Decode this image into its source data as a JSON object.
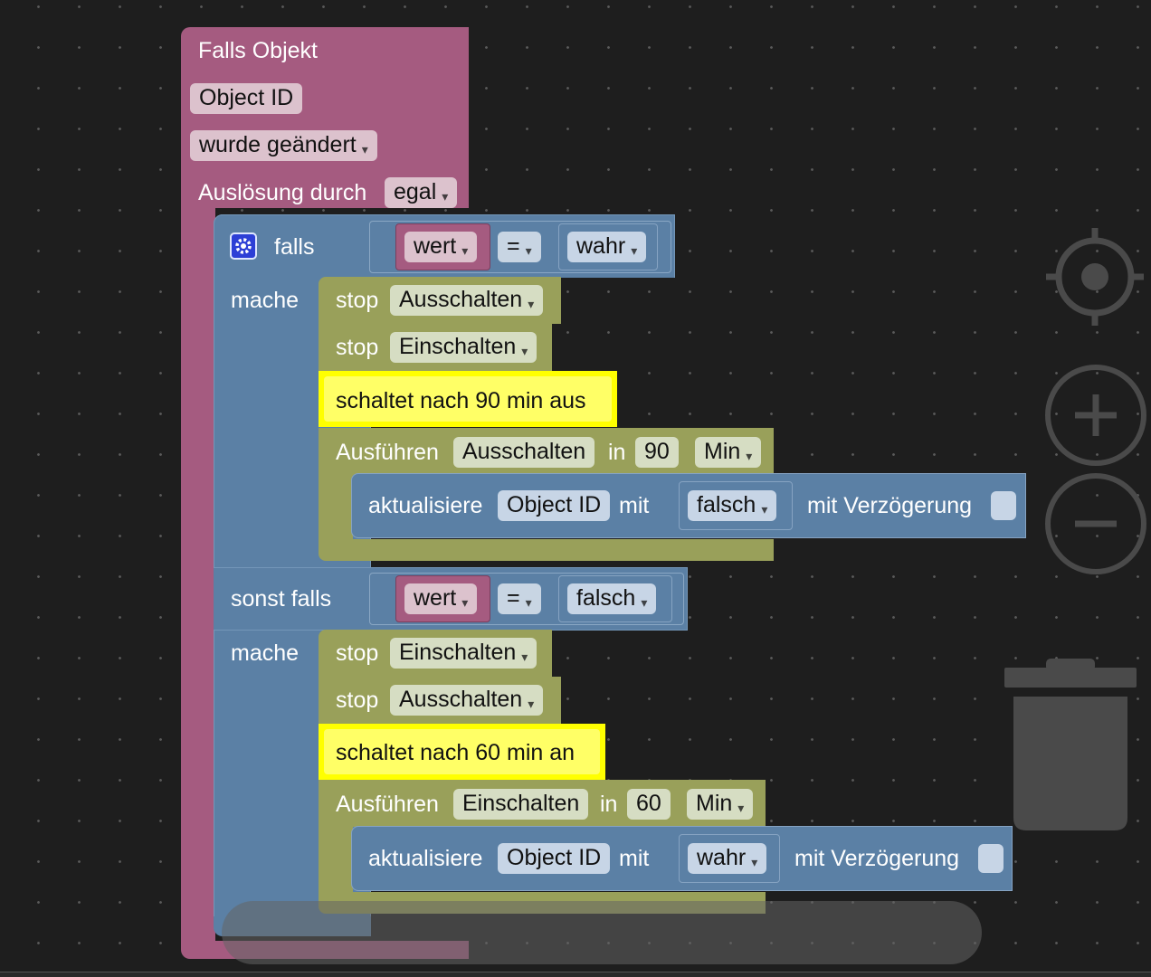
{
  "event_block": {
    "title": "Falls Objekt",
    "object_field": "Object ID",
    "trigger": "wurde geändert",
    "cause_label": "Auslösung durch",
    "cause_value": "egal"
  },
  "if_block": {
    "if_label": "falls",
    "do_label": "mache",
    "elseif_label": "sonst falls",
    "condition1": {
      "left": "wert",
      "op": "=",
      "right": "wahr"
    },
    "condition2": {
      "left": "wert",
      "op": "=",
      "right": "falsch"
    }
  },
  "branch1": {
    "stop1_label": "stop",
    "stop1_value": "Ausschalten",
    "stop2_label": "stop",
    "stop2_value": "Einschalten",
    "comment": "schaltet nach 90 min aus",
    "run_label": "Ausführen",
    "run_name": "Ausschalten",
    "in_label": "in",
    "delay": "90",
    "unit": "Min",
    "update_label": "aktualisiere",
    "update_object": "Object ID",
    "with_label": "mit",
    "update_value": "falsch",
    "delay_label": "mit Verzögerung"
  },
  "branch2": {
    "stop1_label": "stop",
    "stop1_value": "Einschalten",
    "stop2_label": "stop",
    "stop2_value": "Ausschalten",
    "comment": "schaltet nach 60 min an",
    "run_label": "Ausführen",
    "run_name": "Einschalten",
    "in_label": "in",
    "delay": "60",
    "unit": "Min",
    "update_label": "aktualisiere",
    "update_object": "Object ID",
    "with_label": "mit",
    "update_value": "wahr",
    "delay_label": "mit Verzögerung"
  },
  "controls": {
    "recenter_icon": "crosshair-icon",
    "zoom_in_icon": "plus-icon",
    "zoom_out_icon": "minus-icon",
    "trash_icon": "trash-icon"
  },
  "colors": {
    "event": "#a55b80",
    "logic": "#5b80a5",
    "green": "#99a05a",
    "comment": "#ffff00",
    "workspace": "#1e1e1e"
  }
}
